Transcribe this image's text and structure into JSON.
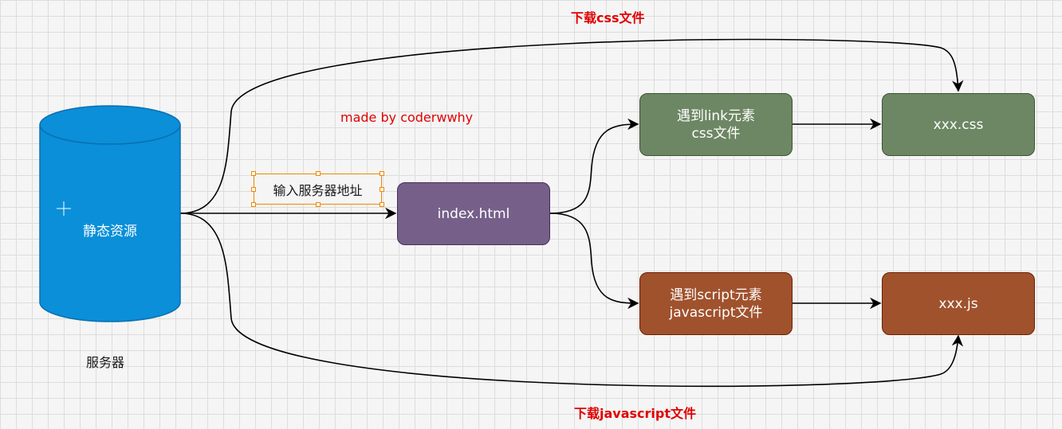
{
  "diagram": {
    "cylinder_text": "静态资源",
    "cylinder_caption": "服务器",
    "edge_label": "输入服务器地址",
    "index_node": "index.html",
    "link_node": "遇到link元素\ncss文件",
    "script_node": "遇到script元素\njavascript文件",
    "css_node": "xxx.css",
    "js_node": "xxx.js",
    "top_label": "下载css文件",
    "bottom_label": "下载javascript文件",
    "watermark": "made by coderwwhy"
  },
  "colors": {
    "cylinder_fill": "#0a8fd8",
    "cylinder_stroke": "#0a6fb0",
    "green_fill": "#6d8764",
    "purple_fill": "#76608a",
    "orange_fill": "#a0522d",
    "label_red": "#e00000",
    "selection_orange": "#f08705"
  }
}
